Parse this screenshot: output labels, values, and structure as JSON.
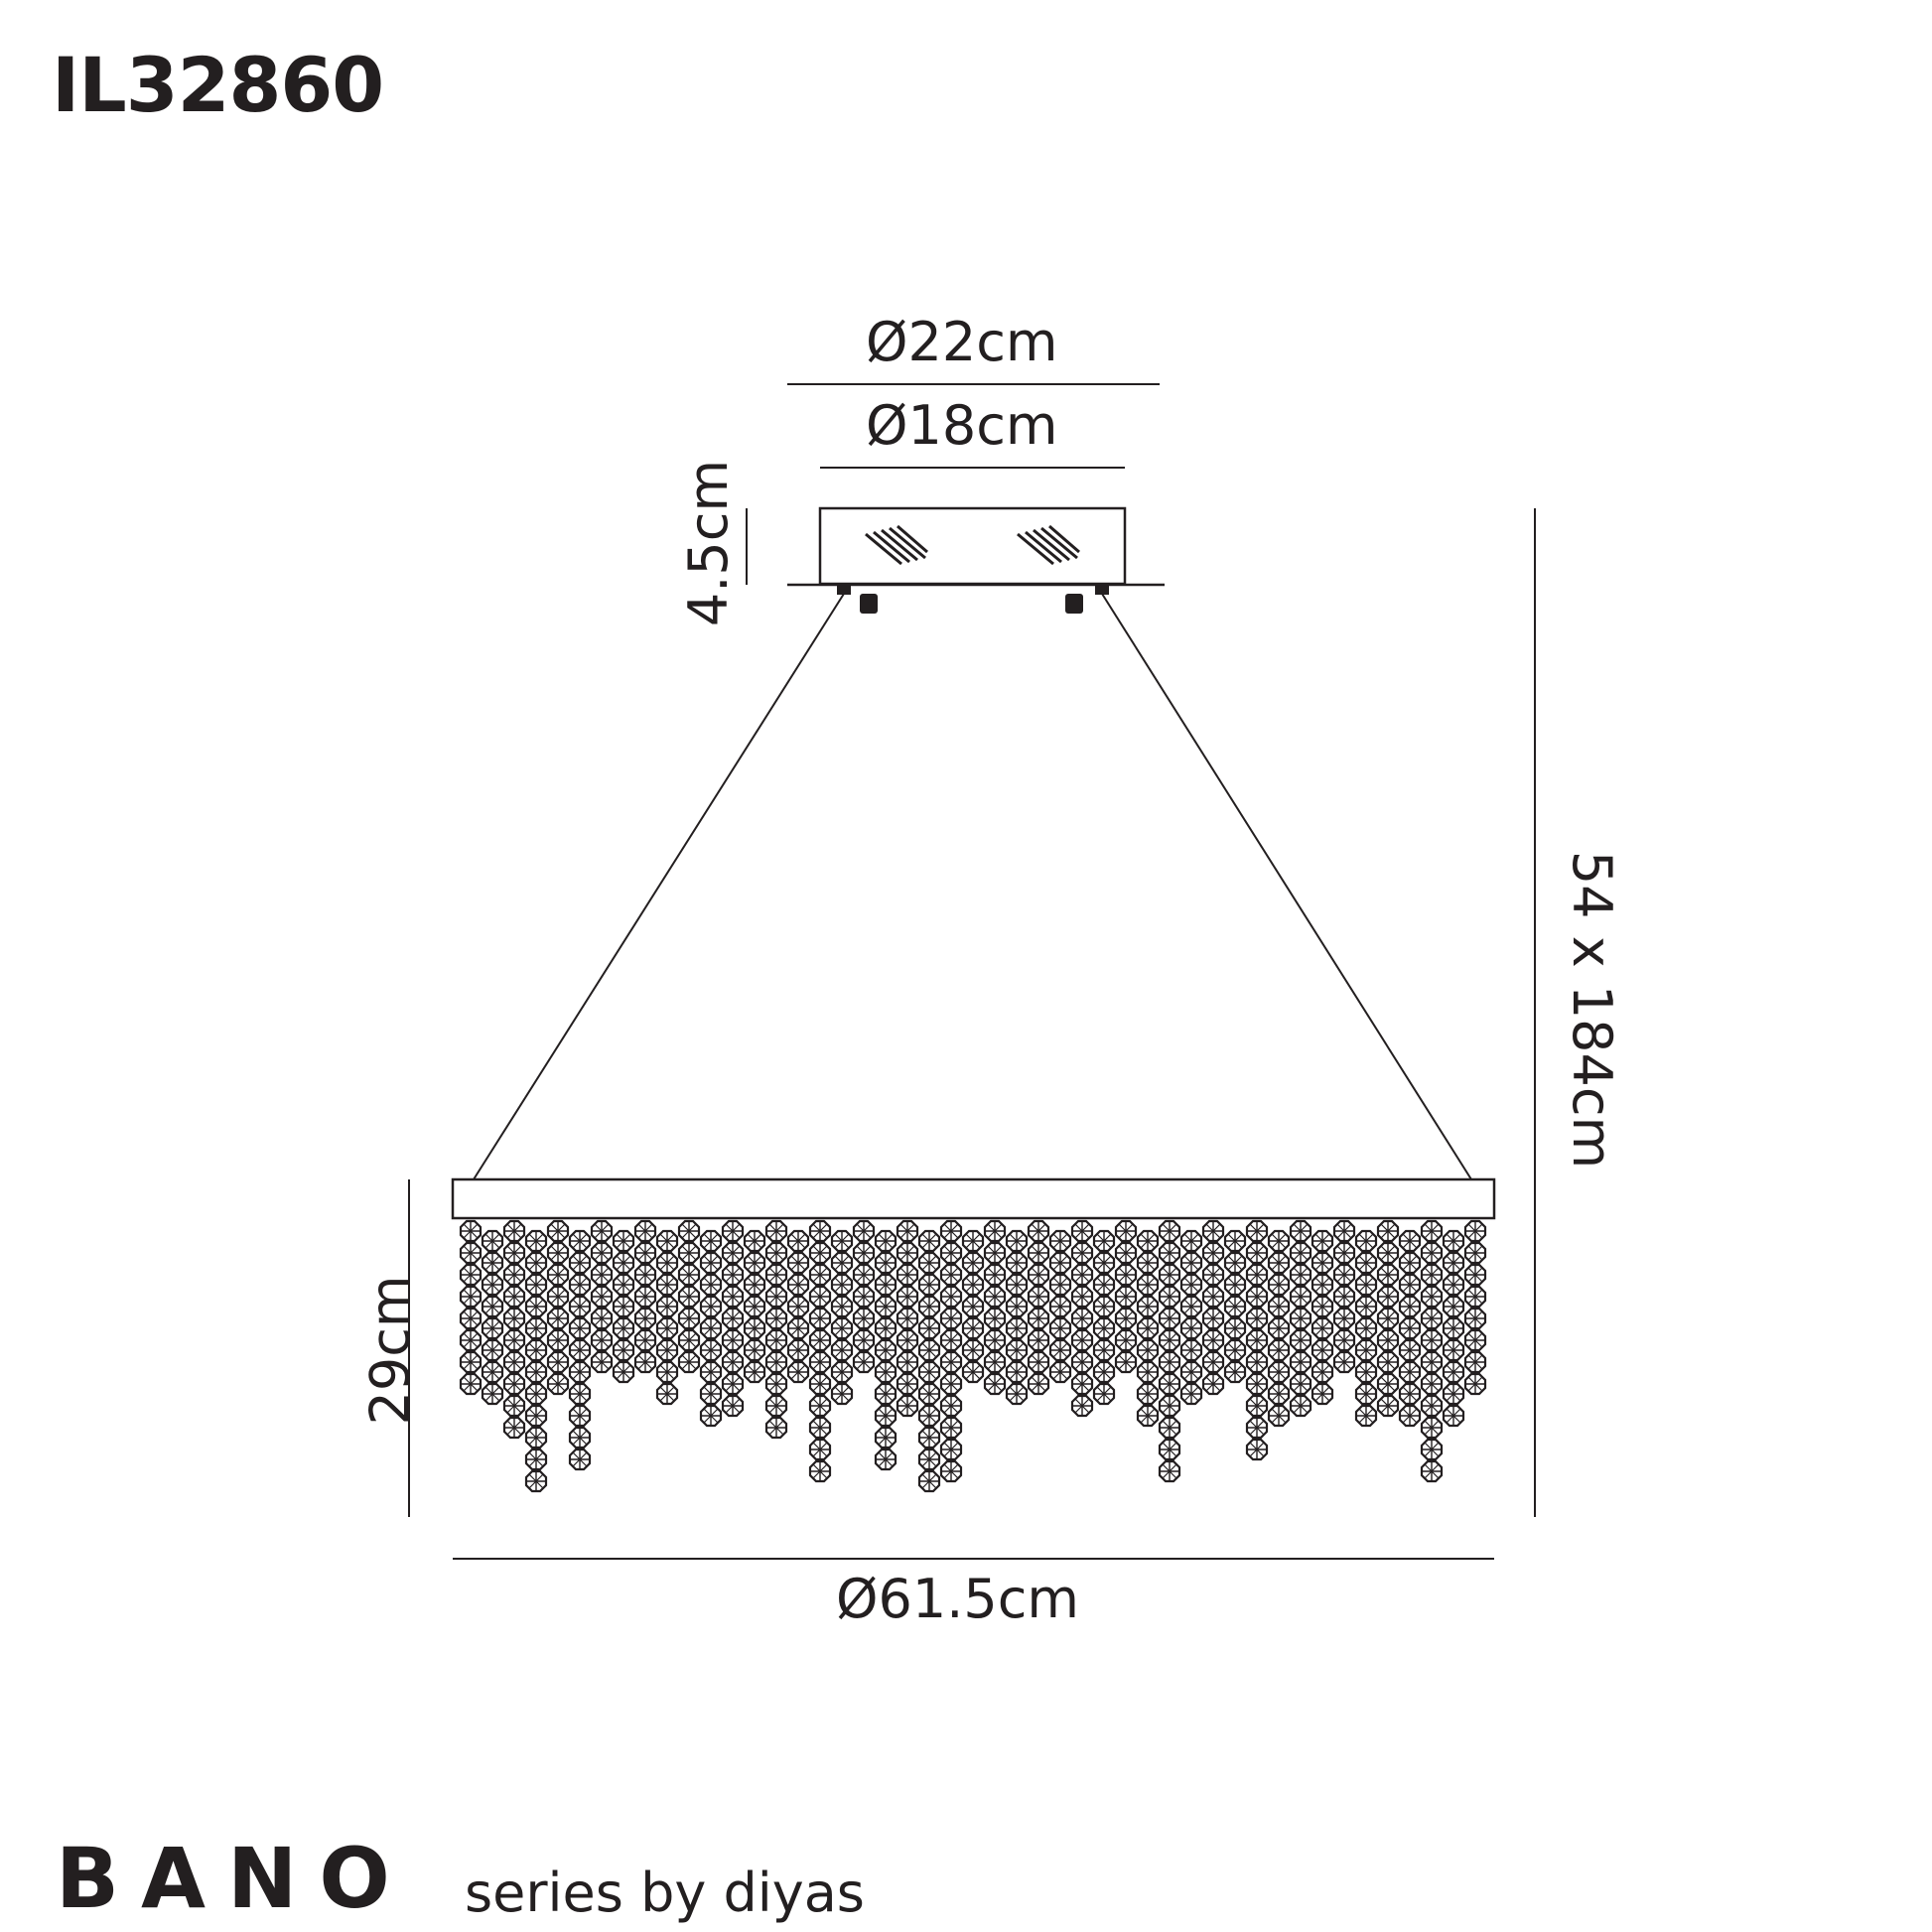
{
  "product": {
    "code": "IL32860",
    "series_name": "BANO",
    "series_tag": "series by diyas"
  },
  "dimensions": {
    "canopy_outer": "Ø22cm",
    "canopy_inner": "Ø18cm",
    "canopy_height": "4.5cm",
    "overall_height": "54 x 184cm",
    "body_height": "29cm",
    "body_width": "Ø61.5cm"
  },
  "colors": {
    "ink": "#231f20",
    "background": "#ffffff"
  }
}
